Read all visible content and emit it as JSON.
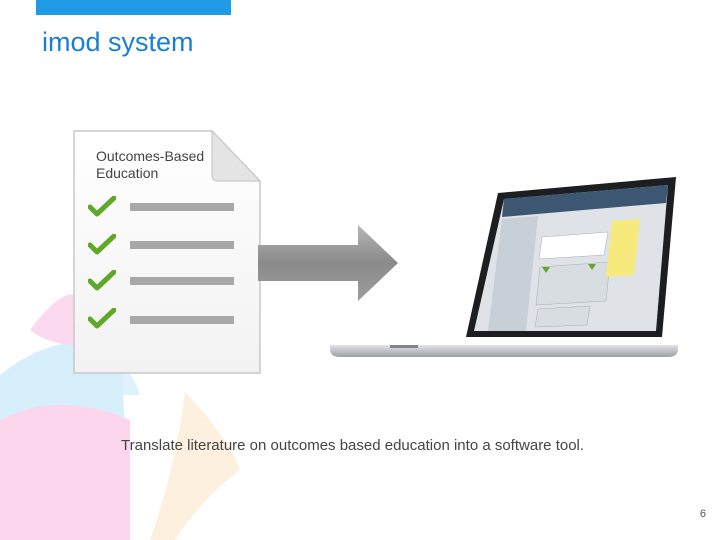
{
  "slide": {
    "title": "imod system",
    "document_label_line1": "Outcomes-Based",
    "document_label_line2": "Education",
    "caption": "Translate literature on outcomes based education into a software tool.",
    "page_number": "6"
  },
  "colors": {
    "accent": "#1f9be6",
    "title": "#1a7fd4",
    "check_green": "#5fa82a",
    "arrow_gray": "#8a8a8a"
  },
  "icons": [
    "checkmark-icon",
    "arrow-right-icon",
    "laptop-screenshot",
    "document-icon"
  ]
}
